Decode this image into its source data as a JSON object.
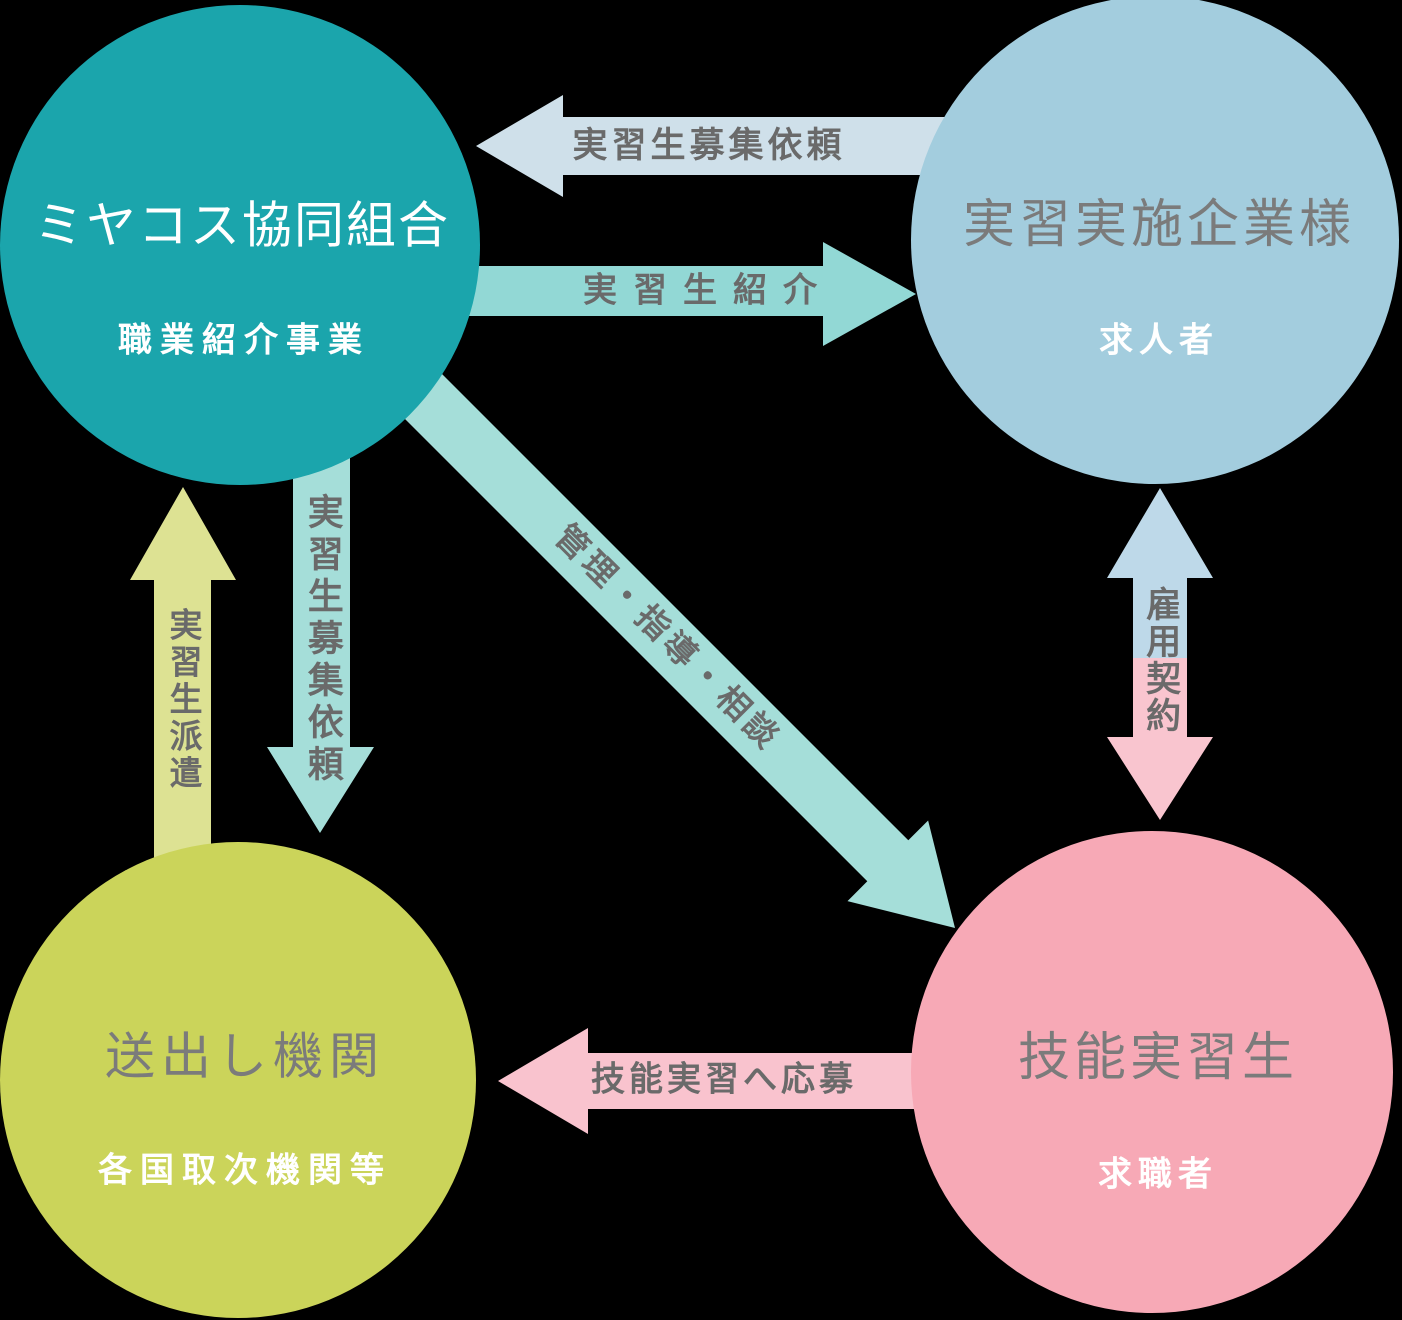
{
  "background": "#000000",
  "colors": {
    "teal_circle": "#1ba5ac",
    "blue_circle": "#a3cdde",
    "yellow_circle": "#cbd45a",
    "pink_circle": "#f7a9b6",
    "arrow_lightblue": "#cfe0ea",
    "arrow_teal": "#92d8d5",
    "arrow_aqua": "#a5ded9",
    "arrow_yellow": "#dde293",
    "arrow_blue_half": "#bed9e9",
    "arrow_pink_half": "#f9c5cf",
    "arrow_pink": "#f9c3ce",
    "title_gray": "#7b7b7b",
    "label_gray": "#6a6a6a",
    "text_white": "#ffffff"
  },
  "nodes": {
    "cooperative": {
      "title": "ミヤコス協同組合",
      "subtitle": "職業紹介事業"
    },
    "company": {
      "title": "実習実施企業様",
      "subtitle": "求人者"
    },
    "sending_org": {
      "title": "送出し機関",
      "subtitle": "各国取次機関等"
    },
    "trainee": {
      "title": "技能実習生",
      "subtitle": "求職者"
    }
  },
  "arrows": {
    "recruit_request_top": {
      "label": "実習生募集依頼",
      "from": "company",
      "to": "cooperative"
    },
    "trainee_introduction": {
      "label": "実習生紹介",
      "from": "cooperative",
      "to": "company"
    },
    "management_guidance": {
      "label": "管理・指導・相談",
      "from": "cooperative",
      "to": "trainee"
    },
    "trainee_dispatch": {
      "label": "実習生派遣",
      "from": "sending_org",
      "to": "cooperative"
    },
    "recruit_request_left": {
      "label": "実習生募集依頼",
      "from": "cooperative",
      "to": "sending_org"
    },
    "employment_contract": {
      "label": "雇用契約",
      "between": "company / trainee"
    },
    "apply_training": {
      "label": "技能実習へ応募",
      "from": "trainee",
      "to": "sending_org"
    }
  }
}
